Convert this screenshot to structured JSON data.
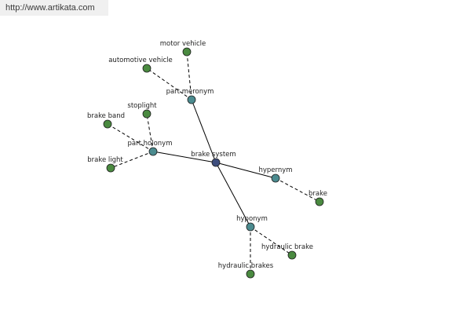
{
  "banner": {
    "url": "http://www.artikata.com"
  },
  "colors": {
    "center": "#3e4e7e",
    "relation": "#4b8b8f",
    "word": "#4a8a40"
  },
  "graph": {
    "nodes": [
      {
        "id": "brake-system",
        "label": "brake system",
        "kind": "center"
      },
      {
        "id": "part-meronym",
        "label": "part meronym",
        "kind": "relation"
      },
      {
        "id": "part-holonym",
        "label": "part holonym",
        "kind": "relation"
      },
      {
        "id": "hypernym",
        "label": "hypernym",
        "kind": "relation"
      },
      {
        "id": "hyponym",
        "label": "hyponym",
        "kind": "relation"
      },
      {
        "id": "motor-vehicle",
        "label": "motor vehicle",
        "kind": "word"
      },
      {
        "id": "automotive-vehicle",
        "label": "automotive vehicle",
        "kind": "word"
      },
      {
        "id": "stoplight",
        "label": "stoplight",
        "kind": "word"
      },
      {
        "id": "brake-band",
        "label": "brake band",
        "kind": "word"
      },
      {
        "id": "brake-light",
        "label": "brake light",
        "kind": "word"
      },
      {
        "id": "brake",
        "label": "brake",
        "kind": "word"
      },
      {
        "id": "hydraulic-brake",
        "label": "hydraulic brake",
        "kind": "word"
      },
      {
        "id": "hydraulic-brakes",
        "label": "hydraulic brakes",
        "kind": "word"
      }
    ],
    "edges": [
      {
        "from": "brake-system",
        "to": "part-meronym",
        "style": "solid"
      },
      {
        "from": "brake-system",
        "to": "part-holonym",
        "style": "solid"
      },
      {
        "from": "brake-system",
        "to": "hypernym",
        "style": "solid"
      },
      {
        "from": "brake-system",
        "to": "hyponym",
        "style": "solid"
      },
      {
        "from": "part-meronym",
        "to": "motor-vehicle",
        "style": "dashed"
      },
      {
        "from": "part-meronym",
        "to": "automotive-vehicle",
        "style": "dashed"
      },
      {
        "from": "part-holonym",
        "to": "stoplight",
        "style": "dashed"
      },
      {
        "from": "part-holonym",
        "to": "brake-band",
        "style": "dashed"
      },
      {
        "from": "part-holonym",
        "to": "brake-light",
        "style": "dashed"
      },
      {
        "from": "hypernym",
        "to": "brake",
        "style": "dashed"
      },
      {
        "from": "hyponym",
        "to": "hydraulic-brake",
        "style": "dashed"
      },
      {
        "from": "hyponym",
        "to": "hydraulic-brakes",
        "style": "dashed"
      }
    ]
  }
}
